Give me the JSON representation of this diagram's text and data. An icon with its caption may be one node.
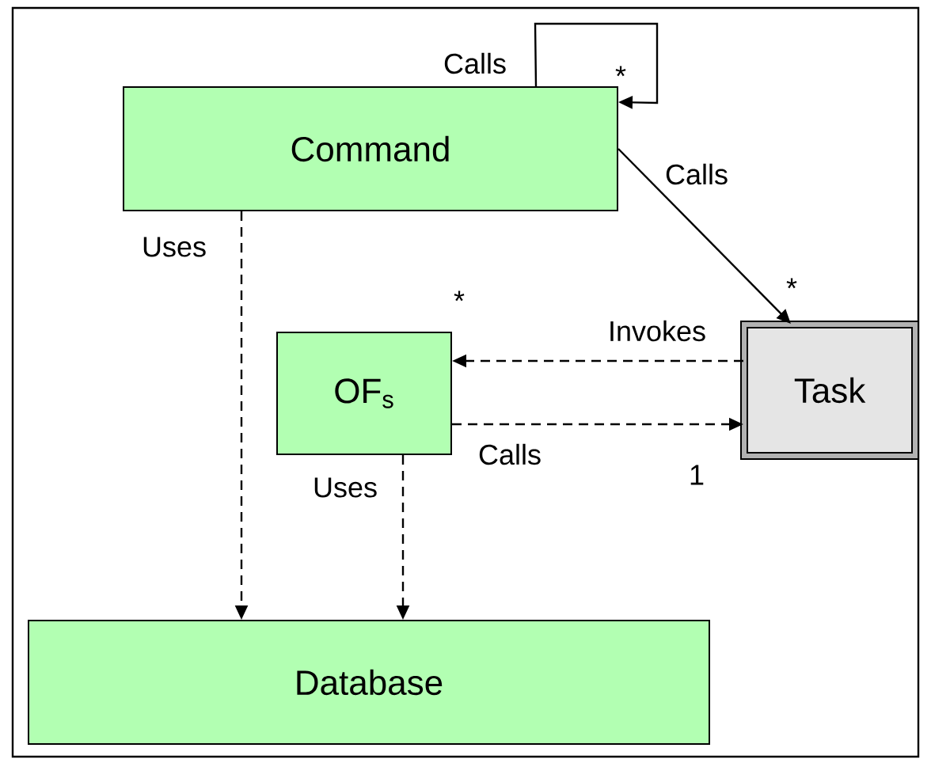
{
  "diagram": {
    "nodes": [
      {
        "text": [
          "Command"
        ]
      },
      {
        "text": [
          "OF$_{s}$"
        ]
      },
      {
        "text": [
          "Task"
        ]
      },
      {
        "text": [
          "Database"
        ]
      }
    ],
    "edges": [
      {
        "from": 0,
        "to": 0,
        "arrow": "to",
        "label": "Calls"
      },
      {
        "from": 0,
        "to": 2,
        "arrow": "to",
        "label": "Calls"
      },
      {
        "from": 0,
        "to": 3,
        "arrow": "to",
        "label": "Uses",
        "style": "dashed"
      },
      {
        "from": 2,
        "to": 1,
        "arrow": "to",
        "label": "Invokes",
        "style": "dashed"
      },
      {
        "from": 1,
        "to": 2,
        "arrow": "to",
        "label": "Calls",
        "style": "dashed"
      },
      {
        "from": 1,
        "to": 3,
        "arrow": "to",
        "label": "Uses",
        "style": "dashed"
      }
    ],
    "labels": [
      "*",
      "*",
      "*",
      "1"
    ]
  }
}
